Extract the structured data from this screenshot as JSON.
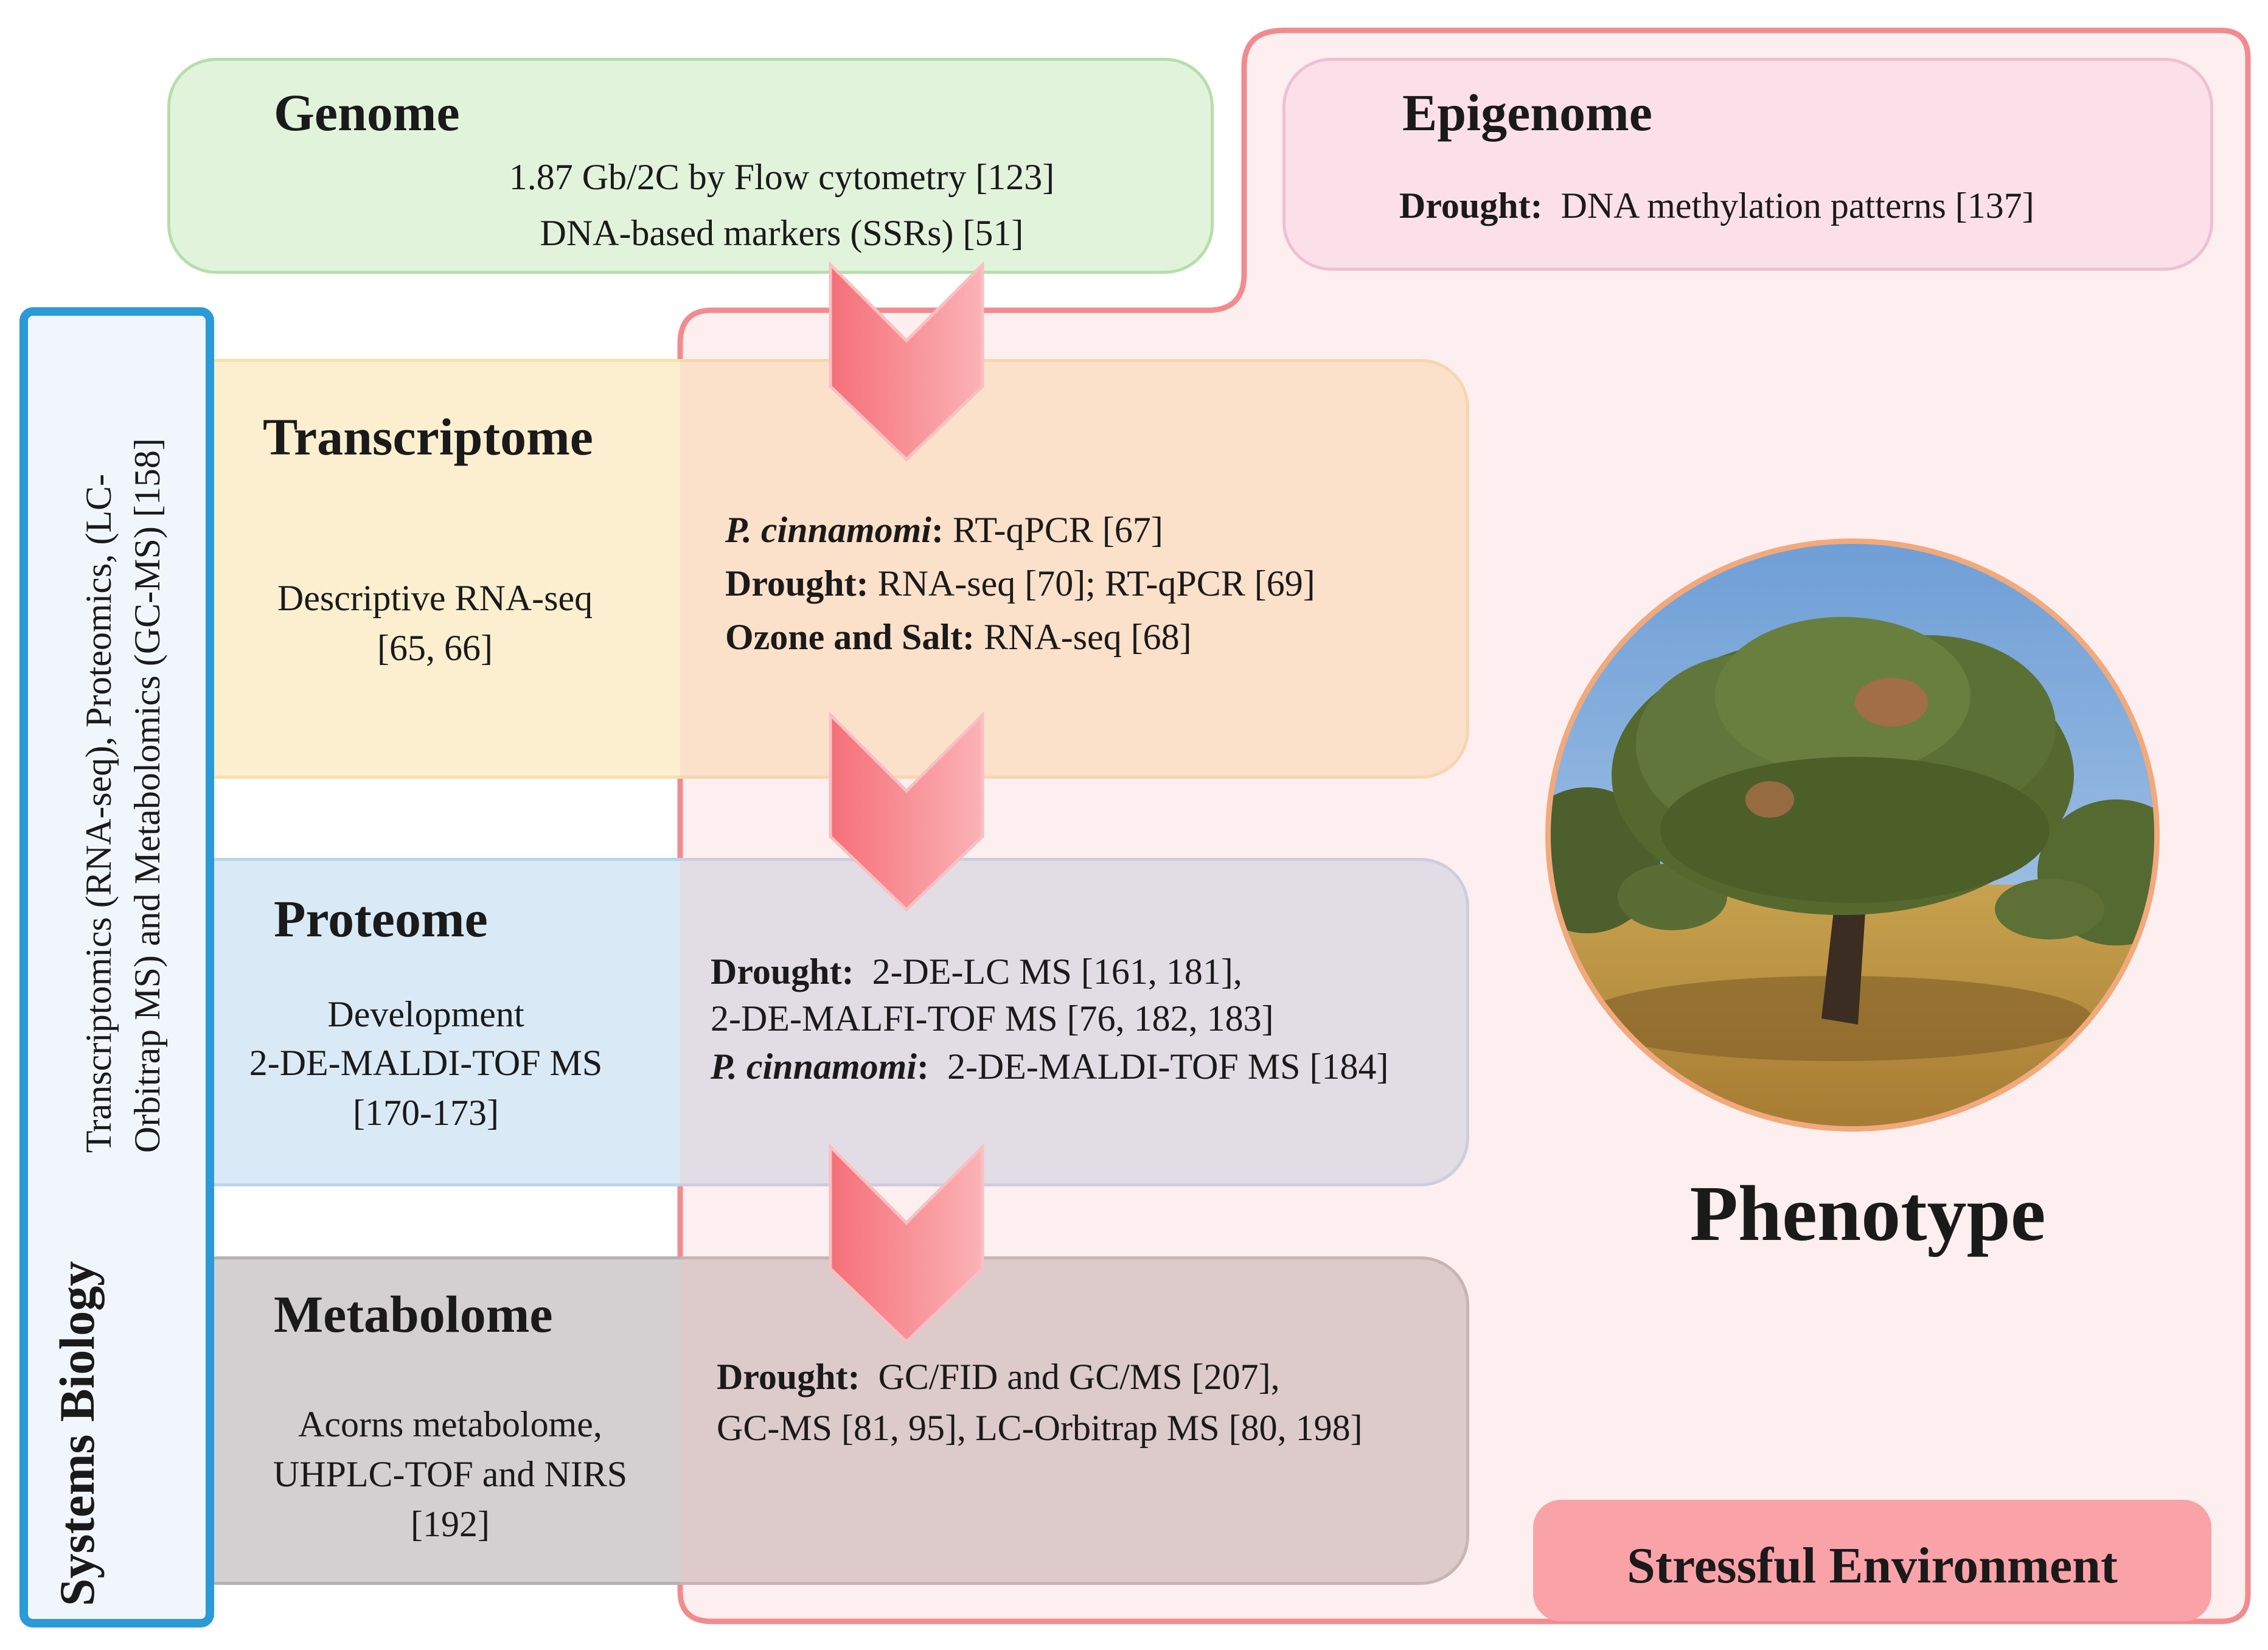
{
  "colors": {
    "genome_fill": "#e2f3dc",
    "epigenome_fill": "#fbe0e9",
    "transcriptome_fill": "#fcefd0",
    "proteome_fill": "#d9eaf6",
    "metabolome_fill": "#d2d0d0",
    "environment_outline": "#f28b8f",
    "arrow": "#f47c82",
    "systems_biology_border": "#2a9ad8"
  },
  "genome": {
    "title": "Genome",
    "lines": [
      "1.87 Gb/2C by Flow cytometry [123]",
      "DNA-based markers (SSRs) [51]"
    ]
  },
  "epigenome": {
    "title": "Epigenome",
    "label": "Drought:",
    "text": "DNA methylation patterns [137]"
  },
  "transcriptome": {
    "title": "Transcriptome",
    "desc_lines": [
      "Descriptive RNA-seq",
      "[65, 66]"
    ],
    "stress": [
      {
        "label": "P. cinnamomi",
        "sep": ":",
        "text": " RT-qPCR [67]"
      },
      {
        "label": "Drought:",
        "sep": "",
        "text": " RNA-seq [70]; RT-qPCR [69]"
      },
      {
        "label": "Ozone and Salt:",
        "sep": "",
        "text": " RNA-seq [68]"
      }
    ]
  },
  "proteome": {
    "title": "Proteome",
    "desc_lines": [
      "Development",
      "2-DE-MALDI-TOF MS",
      "[170-173]"
    ],
    "stress": {
      "line1_label": "Drought:",
      "line1_text": "2-DE-LC MS  [161, 181],",
      "line2_text": "2-DE-MALFI-TOF MS [76, 182, 183]",
      "line3_label": "P. cinnamomi",
      "line3_sep": ":",
      "line3_text": "2-DE-MALDI-TOF MS [184]"
    }
  },
  "metabolome": {
    "title": "Metabolome",
    "desc_lines": [
      "Acorns metabolome,",
      "UHPLC-TOF and NIRS",
      "[192]"
    ],
    "stress": {
      "line1_label": "Drought:",
      "line1_text": "GC/FID and GC/MS [207],",
      "line2_text": "GC-MS [81, 95], LC-Orbitrap MS [80, 198]"
    }
  },
  "systems_biology": {
    "title": "Systems Biology",
    "desc_lines": [
      "Transcriptomics (RNA-seq), Proteomics, (LC-",
      "Orbitrap MS) and Metabolomics (GC-MS) [158]"
    ]
  },
  "phenotype": {
    "label": "Phenotype",
    "image": "cork-oak-tree-photo"
  },
  "environment": {
    "label": "Stressful Environment"
  }
}
